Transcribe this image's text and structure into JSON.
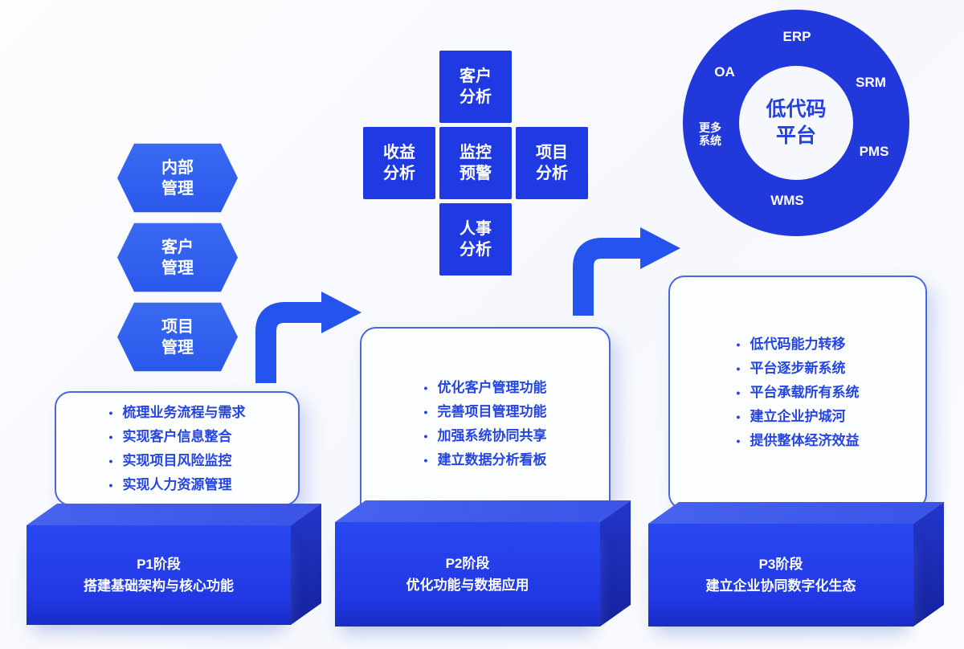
{
  "colors": {
    "hexagon_blue": "#2e5fee",
    "square_blue": "#1f3ae2",
    "donut_blue": "#2138da",
    "arrow_blue": "#2453ee",
    "card_border": "#4c66dd",
    "card_text": "#2545e2",
    "platform_front": "#2342ec",
    "platform_top": "#4159ea",
    "platform_side": "#1b2ab0",
    "background": "#fafbfe",
    "shape_text": "#ffffff"
  },
  "hexagons": [
    {
      "line1": "内部",
      "line2": "管理"
    },
    {
      "line1": "客户",
      "line2": "管理"
    },
    {
      "line1": "项目",
      "line2": "管理"
    }
  ],
  "cross": {
    "top": {
      "line1": "客户",
      "line2": "分析"
    },
    "left": {
      "line1": "收益",
      "line2": "分析"
    },
    "center": {
      "line1": "监控",
      "line2": "预警"
    },
    "right": {
      "line1": "项目",
      "line2": "分析"
    },
    "bottom": {
      "line1": "人事",
      "line2": "分析"
    }
  },
  "donut": {
    "center": {
      "line1": "低代码",
      "line2": "平台"
    },
    "labels": {
      "erp": "ERP",
      "srm": "SRM",
      "pms": "PMS",
      "wms": "WMS",
      "oa": "OA",
      "more": {
        "line1": "更多",
        "line2": "系统"
      }
    }
  },
  "phases": [
    {
      "stage": "P1阶段",
      "subtitle": "搭建基础架构与核心功能",
      "bullets": [
        "梳理业务流程与需求",
        "实现客户信息整合",
        "实现项目风险监控",
        "实现人力资源管理"
      ]
    },
    {
      "stage": "P2阶段",
      "subtitle": "优化功能与数据应用",
      "bullets": [
        "优化客户管理功能",
        "完善项目管理功能",
        "加强系统协同共享",
        "建立数据分析看板"
      ]
    },
    {
      "stage": "P3阶段",
      "subtitle": "建立企业协同数字化生态",
      "bullets": [
        "低代码能力转移",
        "平台逐步新系统",
        "平台承载所有系统",
        "建立企业护城河",
        "提供整体经济效益"
      ]
    }
  ]
}
